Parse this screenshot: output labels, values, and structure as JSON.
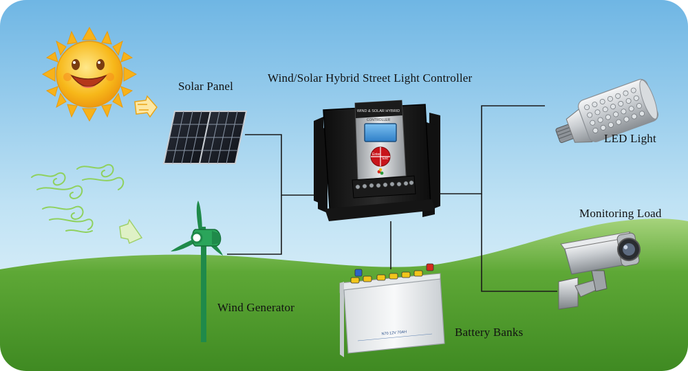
{
  "diagram": {
    "title": "Wind/Solar Hybrid Street Light Controller",
    "nodes": {
      "solar_panel": "Solar Panel",
      "wind_generator": "Wind Generator",
      "controller": "Wind/Solar Hybrid Street Light Controller",
      "battery": "Battery Banks",
      "led_light": "LED Light",
      "monitoring_load": "Monitoring Load"
    },
    "edges": [
      {
        "from": "solar_panel",
        "to": "controller"
      },
      {
        "from": "wind_generator",
        "to": "controller"
      },
      {
        "from": "controller",
        "to": "battery"
      },
      {
        "from": "controller",
        "to": "led_light"
      },
      {
        "from": "controller",
        "to": "monitoring_load"
      }
    ],
    "device_markings": {
      "controller_header": "WIND & SOLAR HYBRID",
      "controller_sub": "CONTROLLER",
      "battery_label": "N70   12V   70AH"
    }
  },
  "colors": {
    "sky_top": "#6fb6e4",
    "sky_bottom": "#eaf6fb",
    "grass": "#4f9a2c",
    "wires": "#1a1a1a",
    "controller_body": "#1d1d1d",
    "lcd": "#3f8fd2",
    "sun": "#f8b418"
  },
  "icons": [
    "sun-icon",
    "solar-panel-icon",
    "wind-turbine-icon",
    "wind-gust-icon",
    "controller-icon",
    "battery-icon",
    "led-bulb-icon",
    "cctv-camera-icon"
  ]
}
